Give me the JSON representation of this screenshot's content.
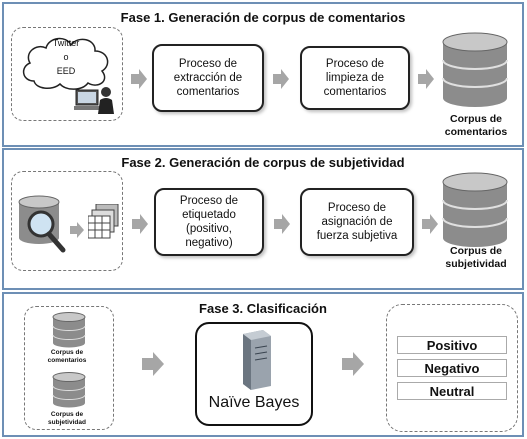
{
  "phase1": {
    "title": "Fase 1. Generación de corpus de comentarios",
    "source_line1": "Twitter",
    "source_line2": "o",
    "source_line3": "EED",
    "process1": "Proceso de extracción de comentarios",
    "process2": "Proceso de limpieza de comentarios",
    "output_label": "Corpus de comentarios"
  },
  "phase2": {
    "title": "Fase 2. Generación de corpus de subjetividad",
    "process1": "Proceso de etiquetado (positivo, negativo)",
    "process2": "Proceso de asignación de fuerza subjetiva",
    "output_label": "Corpus de subjetividad"
  },
  "phase3": {
    "title": "Fase 3. Clasificación",
    "input1_label": "Corpus de comentarios",
    "input2_label": "Corpus de subjetividad",
    "classifier_label": "Naïve Bayes",
    "classes": [
      "Positivo",
      "Negativo",
      "Neutral"
    ]
  },
  "colors": {
    "frame": "#6d8fb5",
    "arrow": "#a6a6a6",
    "database": "#8c8c8c"
  }
}
